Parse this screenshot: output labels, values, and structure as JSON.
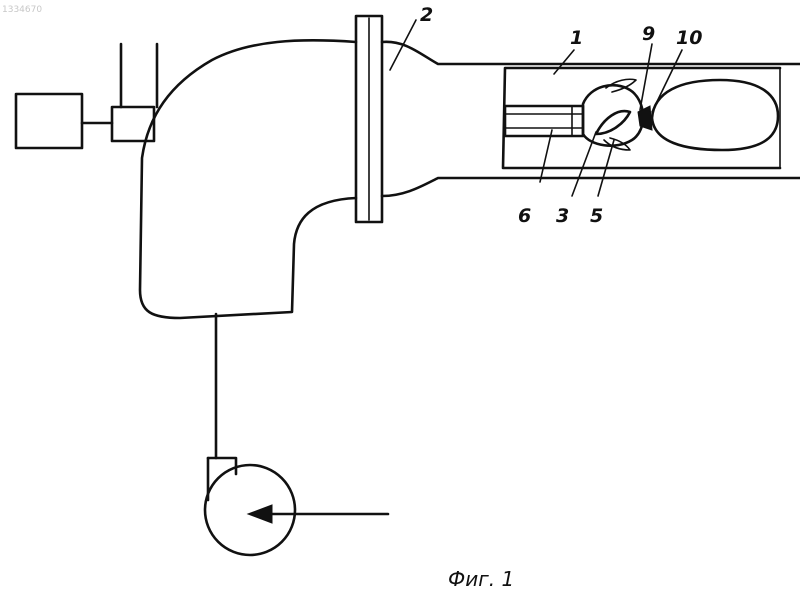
{
  "figure": {
    "caption": "Фиг. 1",
    "document_number": "1334670"
  },
  "labels": {
    "l1": "1",
    "l2": "2",
    "l3": "3",
    "l5": "5",
    "l6": "6",
    "l9": "9",
    "l10": "10"
  },
  "colors": {
    "ink": "#111111",
    "paper": "#ffffff"
  }
}
